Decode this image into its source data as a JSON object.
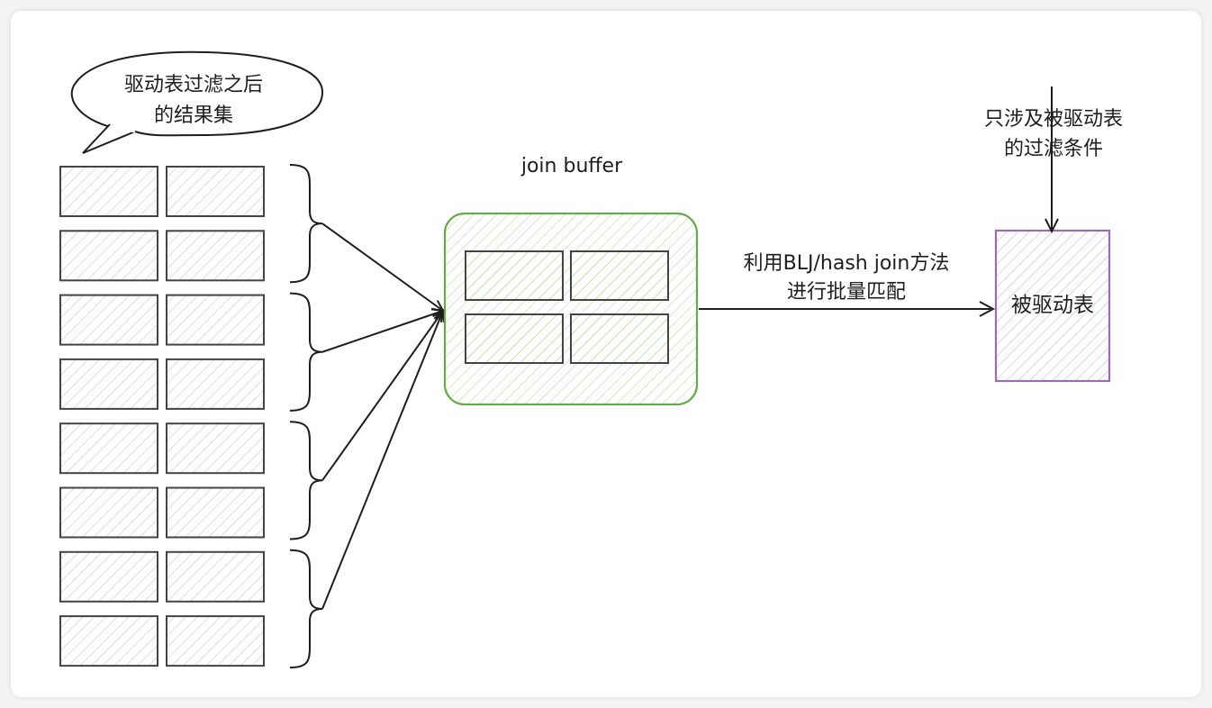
{
  "labels": {
    "speech_line1": "驱动表过滤之后",
    "speech_line2": "的结果集",
    "join_buffer": "join buffer",
    "method_line1": "利用BLJ/hash join方法",
    "method_line2": "进行批量匹配",
    "driven_table": "被驱动表",
    "filter_line1": "只涉及被驱动表",
    "filter_line2": "的过滤条件"
  },
  "colors": {
    "stroke": "#444444",
    "hatch_grey": "#c8c8c8",
    "buffer_stroke": "#6aa84f",
    "buffer_hatch": "#b7dca0",
    "driven_stroke": "#9b6bb6",
    "driven_hatch": "#cdb5de",
    "text": "#1e1e1e"
  },
  "driving_rows": 8,
  "buffer_cells": 4
}
